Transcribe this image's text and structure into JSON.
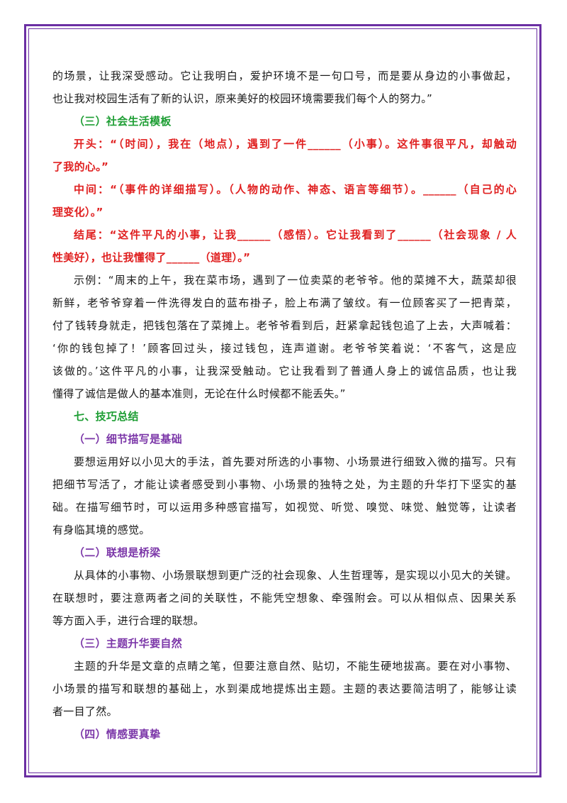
{
  "p1": [
    "的场景，让我深受感动。它让我明白，爱护环境不是一句口号，而是要从身边的小事做起，",
    "也让我对校园生活有了新的认识，原来美好的校园环境需要我们每个人的努力。”"
  ],
  "section3_title": "（三）社会生活模板",
  "template": {
    "opening": [
      "开头：“（时间），我在（地点），遇到了一件______（小事）。这件事很平凡，却触动",
      "了我的心。”"
    ],
    "middle": [
      "中间：“（事件的详细描写）。（人物的动作、神态、语言等细节）。______（自己的心",
      "理变化）。”"
    ],
    "ending": [
      "结尾：“这件平凡的小事，让我______（感悟）。它让我看到了______（社会现象 / 人",
      "性美好），也让我懂得了______（道理）。”"
    ]
  },
  "example": [
    "示例：“周末的上午，我在菜市场，遇到了一位卖菜的老爷爷。他的菜摊不大，蔬菜却很",
    "新鲜，老爷爷穿着一件洗得发白的蓝布褂子，脸上布满了皱纹。有一位顾客买了一把青菜，",
    "付了钱转身就走，把钱包落在了菜摊上。老爷爷看到后，赶紧拿起钱包追了上去，大声喊着：",
    "‘你的钱包掉了！’顾客回过头，接过钱包，连声道谢。老爷爷笑着说：‘不客气，这是应",
    "该做的。’这件平凡的小事，让我深受触动。它让我看到了普通人身上的诚信品质，也让我",
    "懂得了诚信是做人的基本准则，无论在什么时候都不能丢失。”"
  ],
  "section7_title": "七、技巧总结",
  "tips": [
    {
      "title": "（一）细节描写是基础",
      "lines": [
        "要想运用好以小见大的手法，首先要对所选的小事物、小场景进行细致入微的描写。只有",
        "把细节写活了，才能让读者感受到小事物、小场景的独特之处，为主题的升华打下坚实的基",
        "础。在描写细节时，可以运用多种感官描写，如视觉、听觉、嗅觉、味觉、触觉等，让读者",
        "有身临其境的感觉。"
      ]
    },
    {
      "title": "（二）联想是桥梁",
      "lines": [
        "从具体的小事物、小场景联想到更广泛的社会现象、人生哲理等，是实现以小见大的关键。",
        "在联想时，要注意两者之间的关联性，不能凭空想象、牵强附会。可以从相似点、因果关系",
        "等方面入手，进行合理的联想。"
      ]
    },
    {
      "title": "（三）主题升华要自然",
      "lines": [
        "主题的升华是文章的点睛之笔，但要注意自然、贴切，不能生硬地拔高。要在对小事物、",
        "小场景的描写和联想的基础上，水到渠成地提炼出主题。主题的表达要简洁明了，能够让读",
        "者一目了然。"
      ]
    },
    {
      "title": "（四）情感要真挚",
      "lines": []
    }
  ],
  "colors": {
    "frame": "#6b2fa3",
    "green_heading": "#1e9e34",
    "purple_heading": "#7b36a8",
    "red_template": "#e02020"
  }
}
